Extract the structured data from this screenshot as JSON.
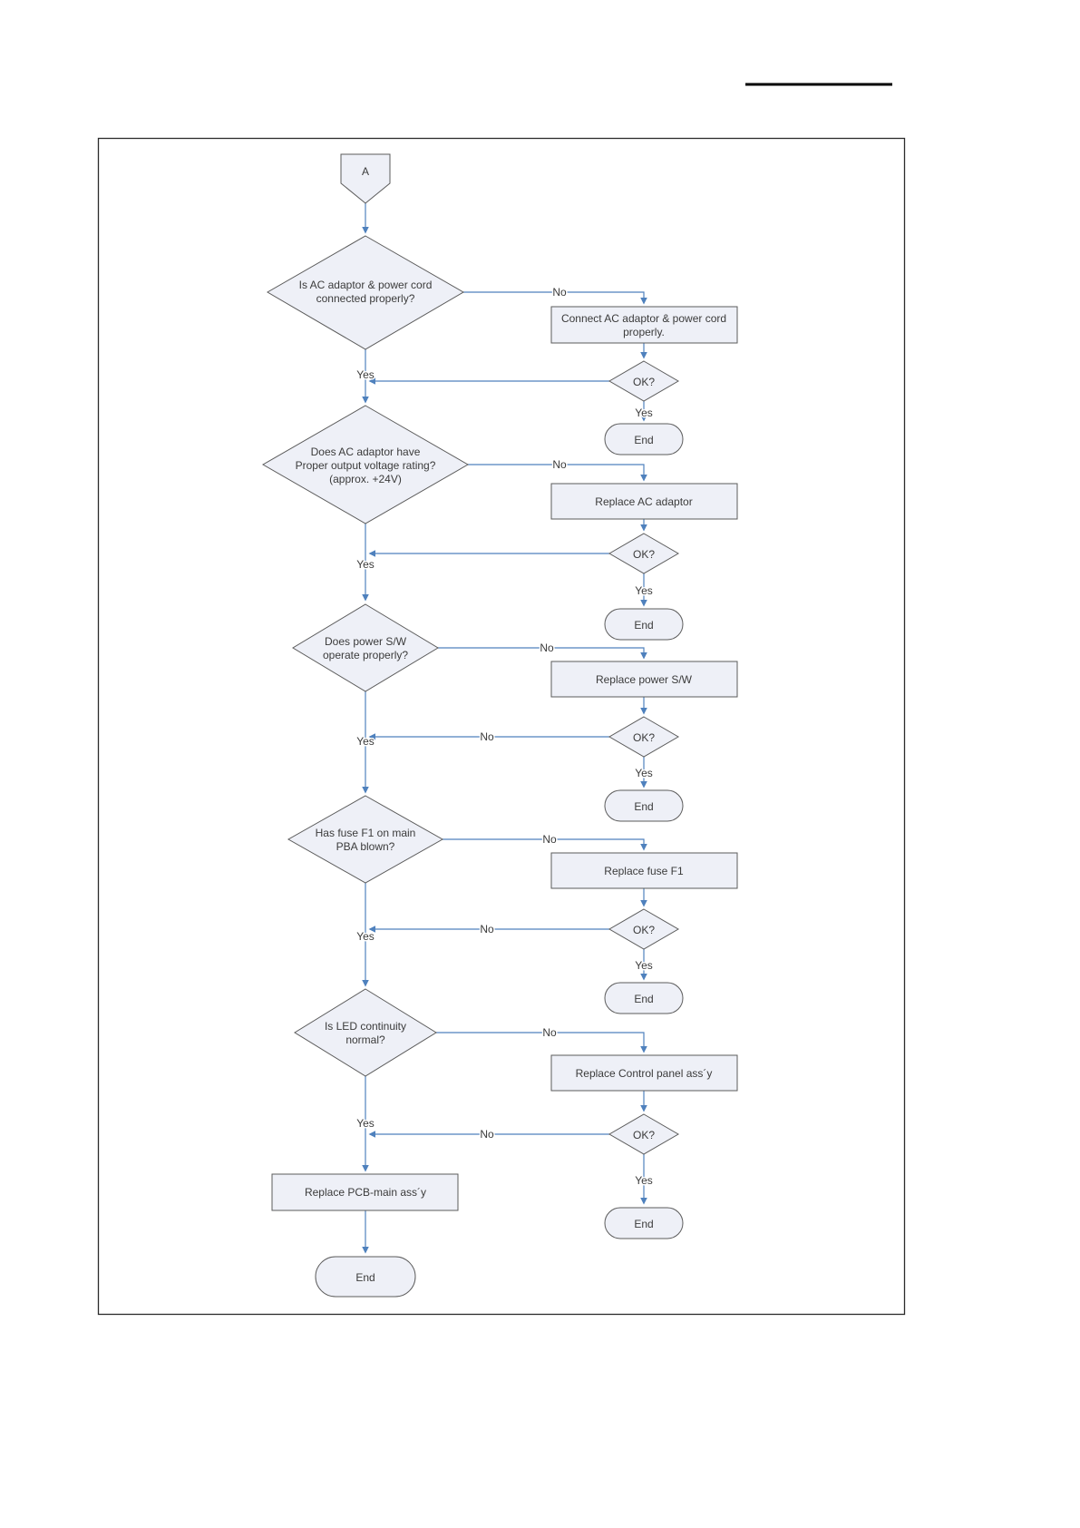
{
  "flowchart": {
    "connector_a": "A",
    "yes": "Yes",
    "no": "No",
    "ok": "OK?",
    "end": "End",
    "nodes": {
      "d1": [
        "Is AC adaptor & power cord",
        "connected properly?"
      ],
      "r1": [
        "Connect AC adaptor & power cord",
        "properly."
      ],
      "d2": [
        "Does AC adaptor have",
        "Proper output voltage rating?",
        "(approx. +24V)"
      ],
      "r2": "Replace AC adaptor",
      "d3": [
        "Does power S/W",
        "operate properly?"
      ],
      "r3": "Replace power S/W",
      "d4": [
        "Has fuse F1 on main",
        "PBA blown?"
      ],
      "r4": "Replace fuse F1",
      "d5": [
        "Is LED continuity",
        "normal?"
      ],
      "r5": "Replace Control panel ass´y",
      "r6": "Replace PCB-main ass´y"
    },
    "colors": {
      "shape_fill": "#EEF0F7",
      "shape_stroke": "#5B5B5B",
      "arrow": "#4F81BD",
      "text": "#3B3B3B"
    }
  }
}
